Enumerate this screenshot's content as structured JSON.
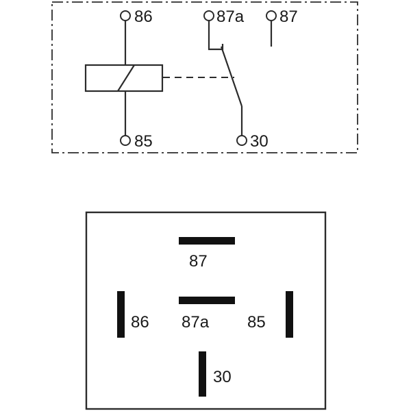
{
  "schematic": {
    "terminals": {
      "t86": "86",
      "t87a": "87a",
      "t87": "87",
      "t85": "85",
      "t30": "30"
    }
  },
  "pinout": {
    "pins": {
      "p87": "87",
      "p87a": "87a",
      "p86": "86",
      "p85": "85",
      "p30": "30"
    }
  }
}
